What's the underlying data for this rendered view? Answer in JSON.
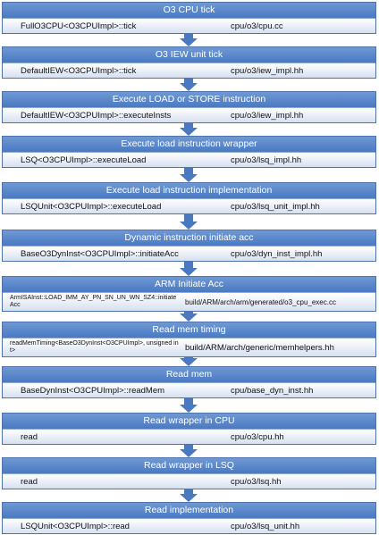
{
  "steps": [
    {
      "title": "O3 CPU tick",
      "function": "FullO3CPU<O3CPUImpl>::tick",
      "file": "cpu/o3/cpu.cc"
    },
    {
      "title": "O3 IEW unit tick",
      "function": "DefaultIEW<O3CPUImpl>::tick",
      "file": "cpu/o3/iew_impl.hh"
    },
    {
      "title": "Execute LOAD or STORE instruction",
      "function": "DefaultIEW<O3CPUImpl>::executeInsts",
      "file": "cpu/o3/iew_impl.hh"
    },
    {
      "title": "Execute load instruction wrapper",
      "function": "LSQ<O3CPUImpl>::executeLoad",
      "file": "cpu/o3/lsq_impl.hh"
    },
    {
      "title": "Execute load instruction implementation",
      "function": "LSQUnit<O3CPUImpl>::executeLoad",
      "file": "cpu/o3/lsq_unit_impl.hh"
    },
    {
      "title": "Dynamic instruction initiate acc",
      "function": "BaseO3DynInst<O3CPUImpl>::initiateAcc",
      "file": "cpu/o3/dyn_inst_impl.hh"
    },
    {
      "title": "ARM Initiate Acc",
      "function": "ArmISAInst::LOAD_IMM_AY_PN_SN_UN_WN_SZ4::initiateAcc",
      "file": "build/ARM/arch/arm/generated/o3_cpu_exec.cc"
    },
    {
      "title": "Read mem timing",
      "function": "readMemTiming<BaseO3DynInst<O3CPUImpl>, unsigned int>",
      "file": "build/ARM/arch/generic/memhelpers.hh"
    },
    {
      "title": "Read mem",
      "function": "BaseDynInst<O3CPUImpl>::readMem",
      "file": "cpu/base_dyn_inst.hh"
    },
    {
      "title": "Read wrapper in CPU",
      "function": "read",
      "file": "cpu/o3/cpu.hh"
    },
    {
      "title": "Read wrapper in LSQ",
      "function": "read",
      "file": "cpu/o3/lsq.hh"
    },
    {
      "title": "Read implementation",
      "function": "LSQUnit<O3CPUImpl>::read",
      "file": "cpu/o3/lsq_unit.hh"
    }
  ]
}
